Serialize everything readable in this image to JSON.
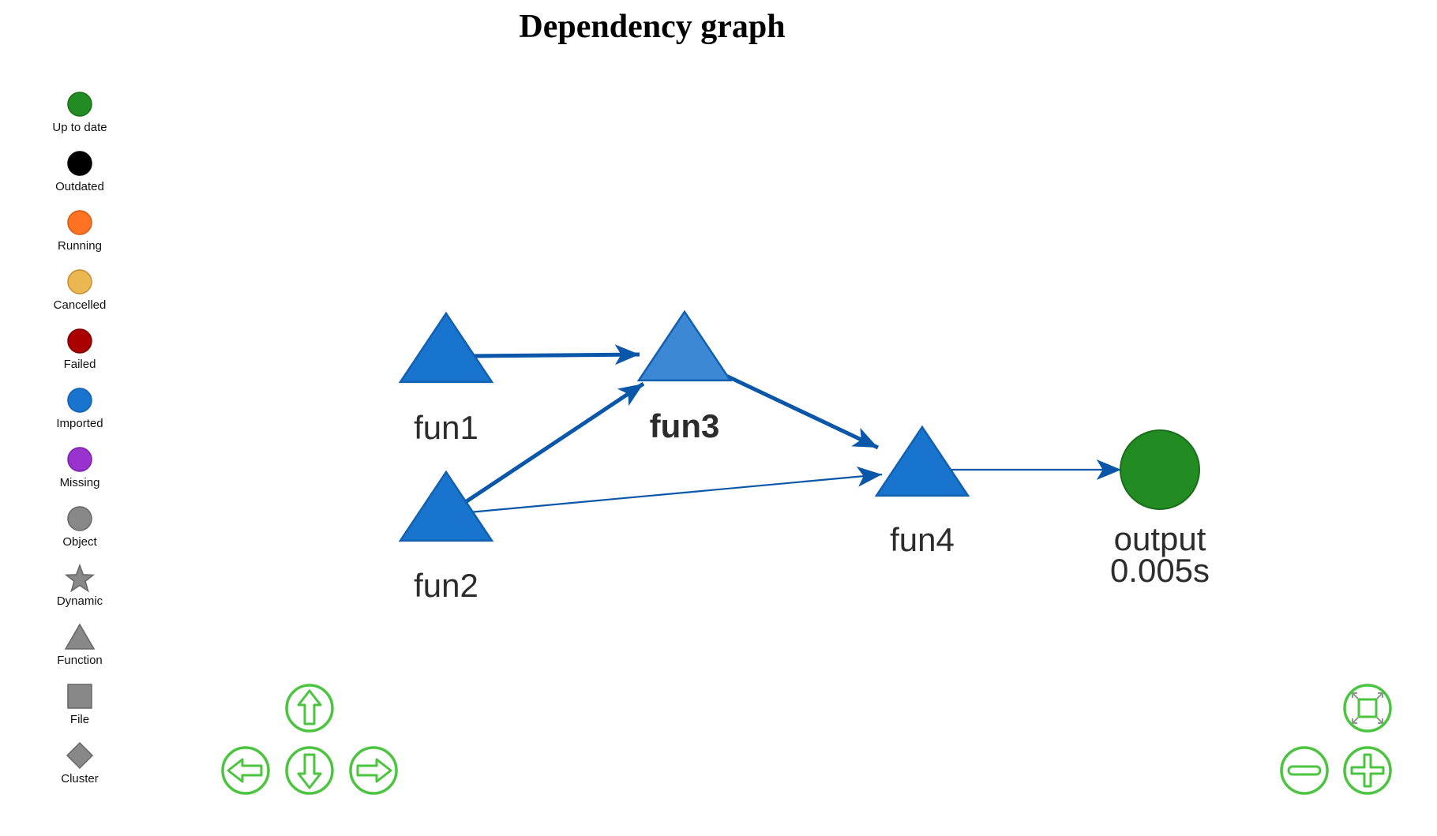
{
  "title": "Dependency graph",
  "legend": [
    {
      "label": "Up to date",
      "shape": "circle",
      "color": "#228b22",
      "stroke": "#1a6d1a"
    },
    {
      "label": "Outdated",
      "shape": "circle",
      "color": "#000000",
      "stroke": "#000000"
    },
    {
      "label": "Running",
      "shape": "circle",
      "color": "#ff7221",
      "stroke": "#d35a12"
    },
    {
      "label": "Cancelled",
      "shape": "circle",
      "color": "#ecb753",
      "stroke": "#c48e2b"
    },
    {
      "label": "Failed",
      "shape": "circle",
      "color": "#aa0000",
      "stroke": "#800000"
    },
    {
      "label": "Imported",
      "shape": "circle",
      "color": "#1874cd",
      "stroke": "#1260b0"
    },
    {
      "label": "Missing",
      "shape": "circle",
      "color": "#9a32cd",
      "stroke": "#7a1fab"
    },
    {
      "label": "Object",
      "shape": "circle",
      "color": "#888888",
      "stroke": "#666666"
    },
    {
      "label": "Dynamic",
      "shape": "star",
      "color": "#888888",
      "stroke": "#666666"
    },
    {
      "label": "Function",
      "shape": "triangle",
      "color": "#888888",
      "stroke": "#666666"
    },
    {
      "label": "File",
      "shape": "square",
      "color": "#888888",
      "stroke": "#666666"
    },
    {
      "label": "Cluster",
      "shape": "diamond",
      "color": "#888888",
      "stroke": "#666666"
    }
  ],
  "graph": {
    "nodes": [
      {
        "id": "fun1",
        "label": "fun1",
        "shape": "triangle",
        "color": "#1874cd",
        "bold": false
      },
      {
        "id": "fun2",
        "label": "fun2",
        "shape": "triangle",
        "color": "#1874cd",
        "bold": false
      },
      {
        "id": "fun3",
        "label": "fun3",
        "shape": "triangle",
        "color": "#3d88d4",
        "bold": true
      },
      {
        "id": "fun4",
        "label": "fun4",
        "shape": "triangle",
        "color": "#1874cd",
        "bold": false
      },
      {
        "id": "output",
        "label": "output",
        "sublabel": "0.005s",
        "shape": "circle",
        "color": "#228b22",
        "bold": false
      }
    ],
    "edges": [
      {
        "from": "fun1",
        "to": "fun3",
        "weight": "thick"
      },
      {
        "from": "fun2",
        "to": "fun3",
        "weight": "thick"
      },
      {
        "from": "fun3",
        "to": "fun4",
        "weight": "thick"
      },
      {
        "from": "fun2",
        "to": "fun4",
        "weight": "thin"
      },
      {
        "from": "fun4",
        "to": "output",
        "weight": "thin"
      }
    ],
    "edge_color": "#0a56a8"
  },
  "nav_color": "#4bc53f",
  "controls": {
    "pan": [
      "arrow-up-icon",
      "arrow-left-icon",
      "arrow-down-icon",
      "arrow-right-icon"
    ],
    "zoom": [
      "fit-icon",
      "zoom-out-icon",
      "zoom-in-icon"
    ]
  }
}
